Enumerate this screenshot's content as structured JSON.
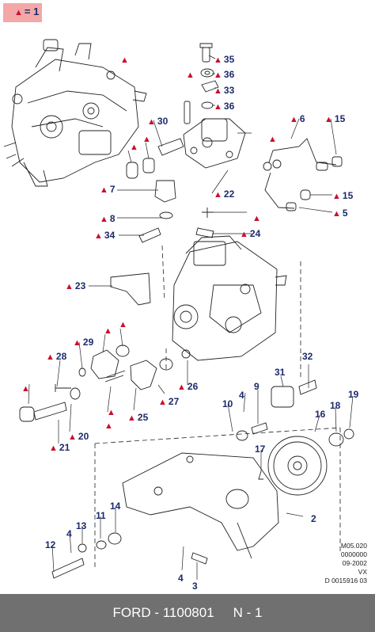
{
  "legend": {
    "symbol": "▲",
    "equals": "=",
    "value": "1"
  },
  "callouts": [
    {
      "id": "35",
      "tri": true
    },
    {
      "id": "36a",
      "label": "36",
      "tri": true
    },
    {
      "id": "33",
      "tri": true
    },
    {
      "id": "36b",
      "label": "36",
      "tri": true
    },
    {
      "id": "30",
      "tri": true
    },
    {
      "id": "6",
      "tri": true
    },
    {
      "id": "15a",
      "label": "15",
      "tri": true
    },
    {
      "id": "7",
      "tri": true
    },
    {
      "id": "22",
      "tri": true
    },
    {
      "id": "15b",
      "label": "15",
      "tri": true
    },
    {
      "id": "8",
      "tri": true
    },
    {
      "id": "5",
      "tri": true
    },
    {
      "id": "34",
      "tri": true
    },
    {
      "id": "24",
      "tri": true
    },
    {
      "id": "23",
      "tri": true
    },
    {
      "id": "29",
      "tri": true
    },
    {
      "id": "28",
      "tri": true
    },
    {
      "id": "32",
      "tri": false
    },
    {
      "id": "31",
      "tri": false
    },
    {
      "id": "26",
      "tri": true
    },
    {
      "id": "27",
      "tri": true
    },
    {
      "id": "25",
      "tri": true
    },
    {
      "id": "9",
      "tri": false
    },
    {
      "id": "4a",
      "label": "4",
      "tri": false
    },
    {
      "id": "19",
      "tri": false
    },
    {
      "id": "18",
      "tri": false
    },
    {
      "id": "16",
      "tri": false
    },
    {
      "id": "10",
      "tri": false
    },
    {
      "id": "20",
      "tri": true
    },
    {
      "id": "21",
      "tri": true
    },
    {
      "id": "17",
      "tri": false
    },
    {
      "id": "2",
      "tri": false
    },
    {
      "id": "14",
      "tri": false
    },
    {
      "id": "11",
      "tri": false
    },
    {
      "id": "13",
      "tri": false
    },
    {
      "id": "4b",
      "label": "4",
      "tri": false
    },
    {
      "id": "12",
      "tri": false
    },
    {
      "id": "4c",
      "label": "4",
      "tri": false
    },
    {
      "id": "3",
      "tri": false
    }
  ],
  "meta": [
    "M05.020",
    "0000000",
    "09-2002",
    "VX",
    "D 0015916 03"
  ],
  "footer": {
    "brand": "FORD - 1100801",
    "page": "N - 1"
  }
}
